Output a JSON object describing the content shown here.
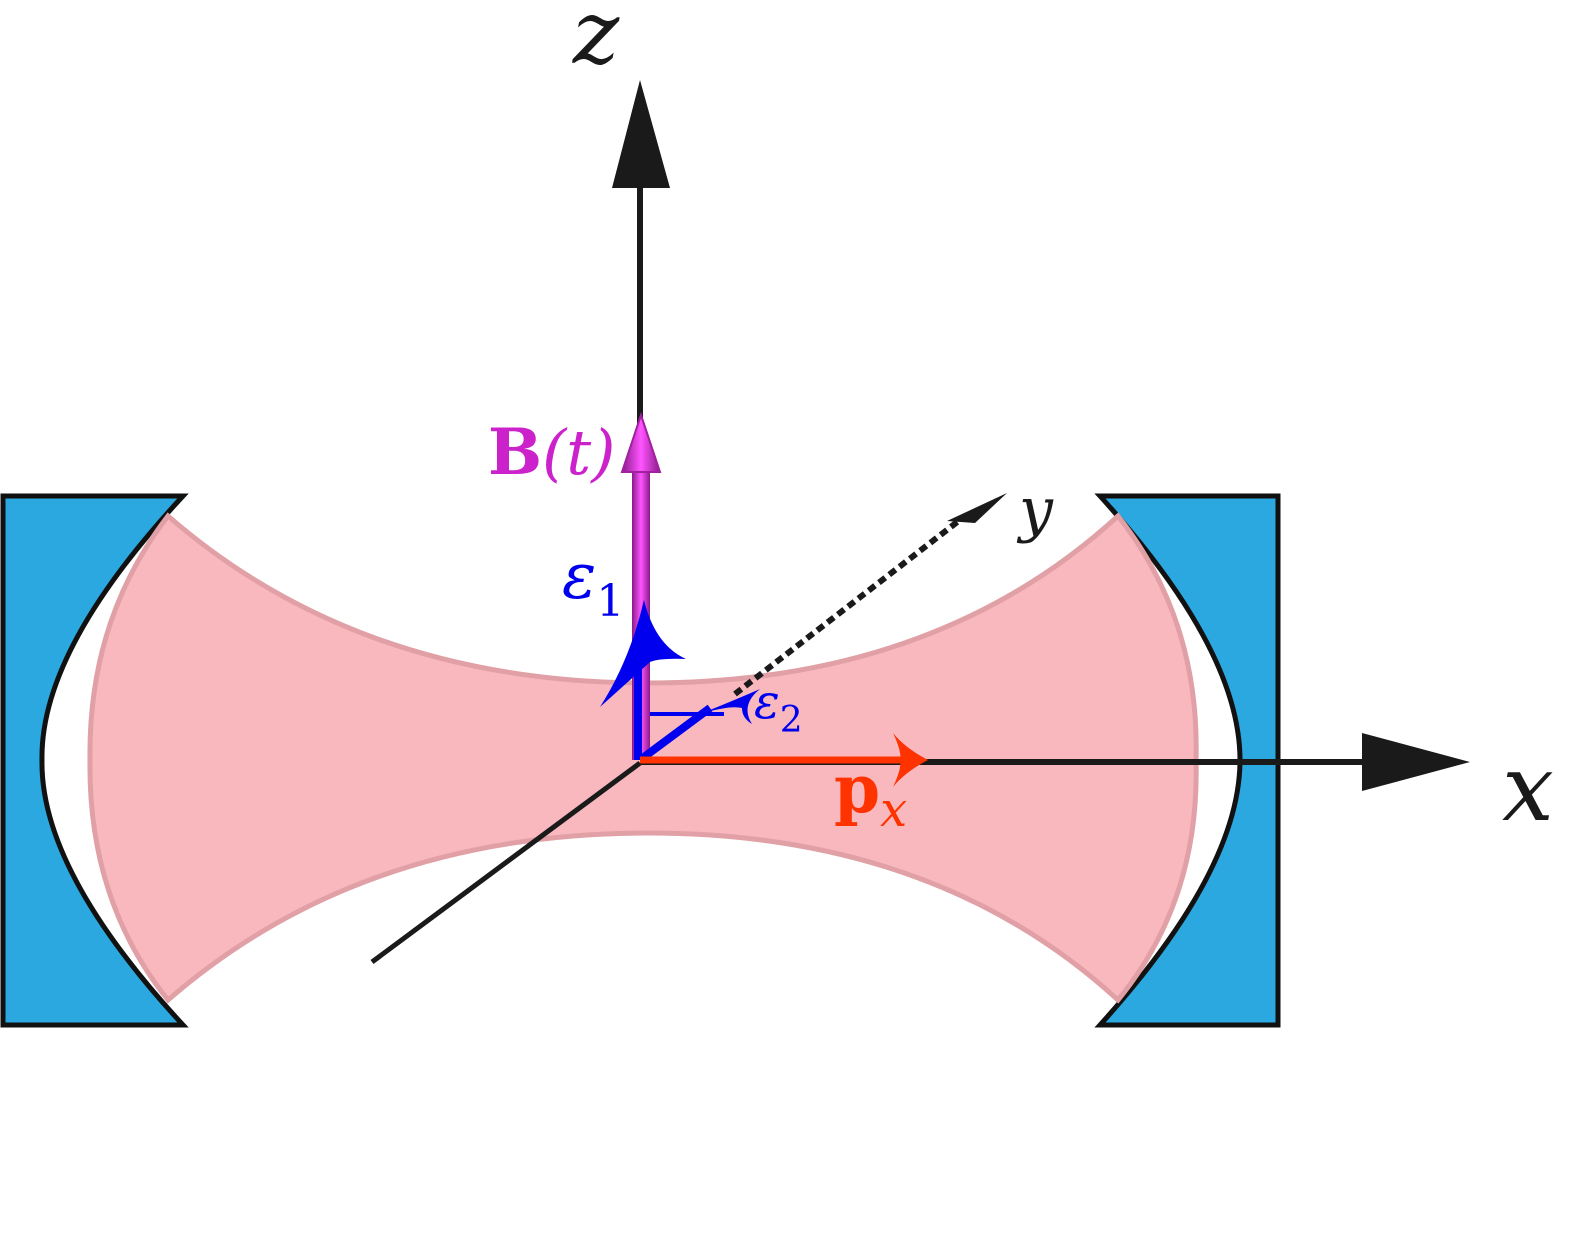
{
  "diagram": {
    "axes": {
      "x_label": "x",
      "y_label": "y",
      "z_label": "z"
    },
    "vectors": {
      "field_main": "B",
      "field_arg": "(t)",
      "pol1_symbol": "ε",
      "pol1_sub": "1",
      "pol2_symbol": "ε",
      "pol2_sub": "2",
      "momentum_main": "p",
      "momentum_sub": "x"
    },
    "colors": {
      "mirror_fill": "#2BA8E0",
      "beam_fill": "#F8B8BE",
      "beam_edge": "#E0A0A6",
      "field": "#CC22CC",
      "polarization": "#0000EE",
      "momentum": "#FF3300",
      "axis": "#1A1A1A"
    }
  }
}
